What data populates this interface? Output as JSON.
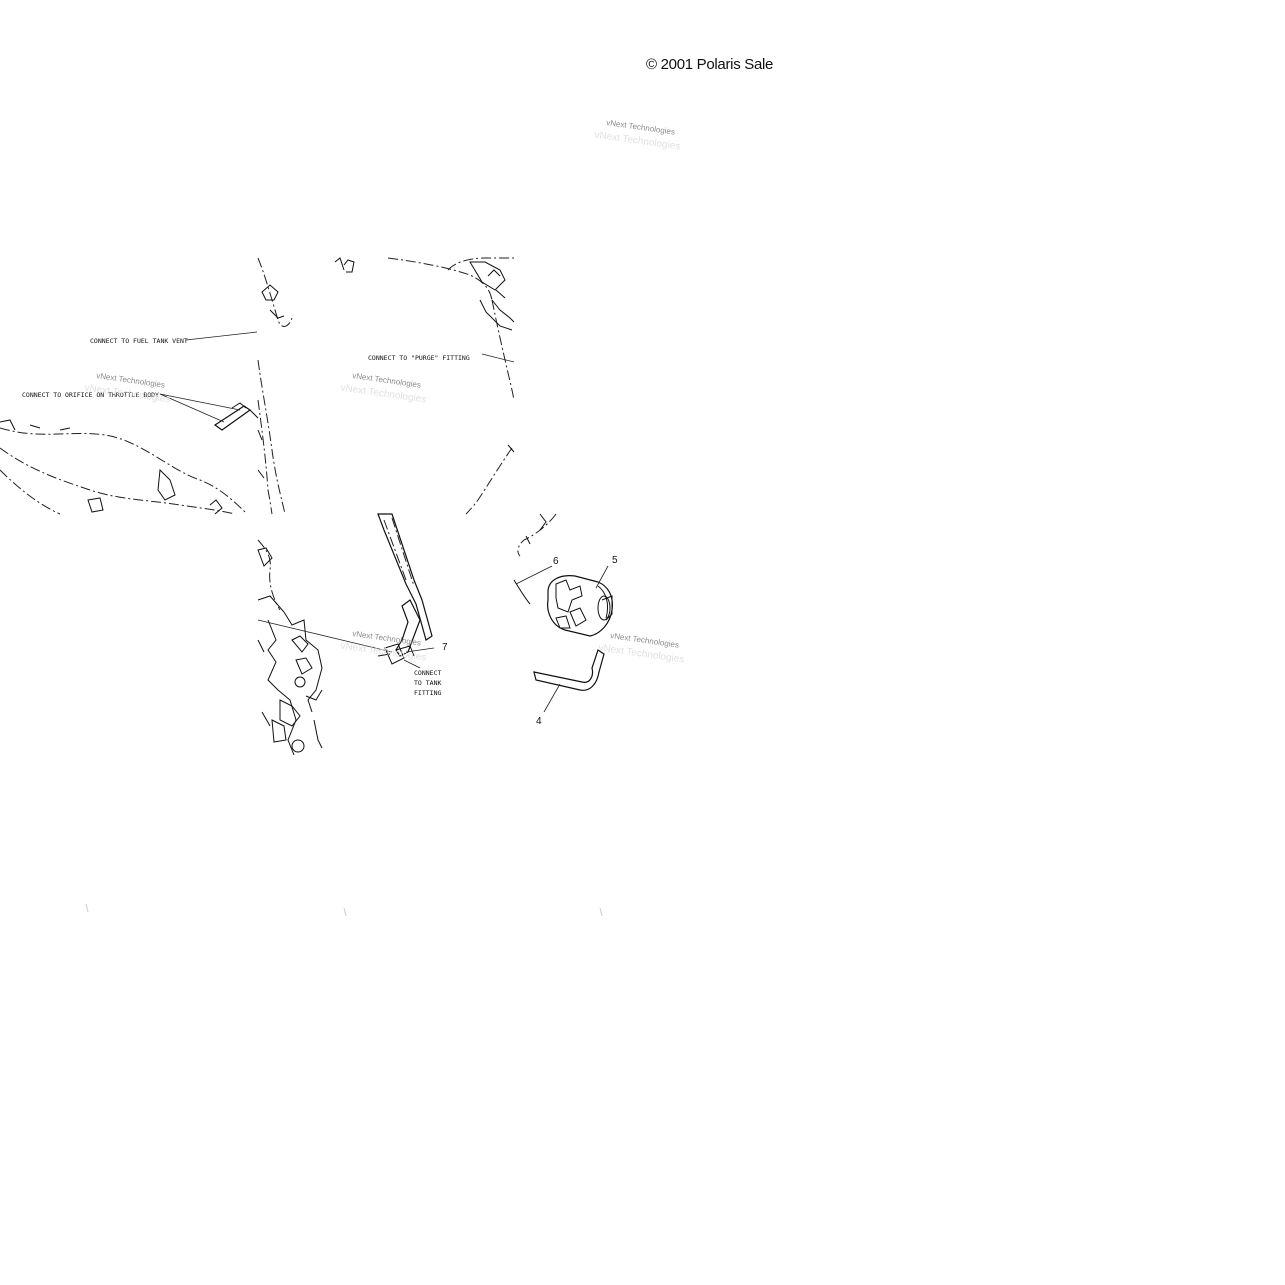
{
  "copyright": "© 2001 Polaris Sale",
  "callouts": {
    "fuel_tank_vent": "CONNECT TO FUEL TANK VENT",
    "throttle_body": "CONNECT TO ORIFICE ON THROTTLE BODY",
    "purge_fitting": "CONNECT TO \"PURGE\" FITTING",
    "tank_fitting_line1": "CONNECT",
    "tank_fitting_line2": "TO TANK",
    "tank_fitting_line3": "FITTING"
  },
  "part_numbers": {
    "p4": "4",
    "p5": "5",
    "p6": "6",
    "p7": "7"
  },
  "watermark": {
    "text": "vNext Technologies"
  }
}
